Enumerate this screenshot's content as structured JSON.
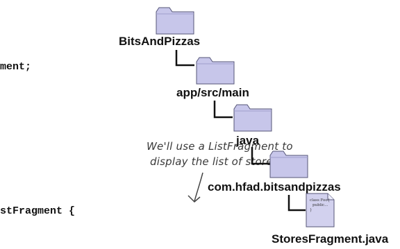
{
  "code": {
    "line1": "ment;",
    "line2": "stFragment {"
  },
  "annotation": {
    "line1": "We'll use a ListFragment to",
    "line2": "display the list of stores."
  },
  "tree": {
    "root": "BitsAndPizzas",
    "level1": "app/src/main",
    "level2": "java",
    "level3": "com.hfad.bitsandpizzas",
    "file": "StoresFragment.java"
  },
  "file_icon_text": [
    "class Foo{",
    "public...",
    "}"
  ],
  "colors": {
    "folder_fill": "#c7c6ea",
    "folder_stroke": "#555577"
  },
  "icons": [
    "folder-icon",
    "java-file-icon",
    "pencil-arrow-icon"
  ]
}
